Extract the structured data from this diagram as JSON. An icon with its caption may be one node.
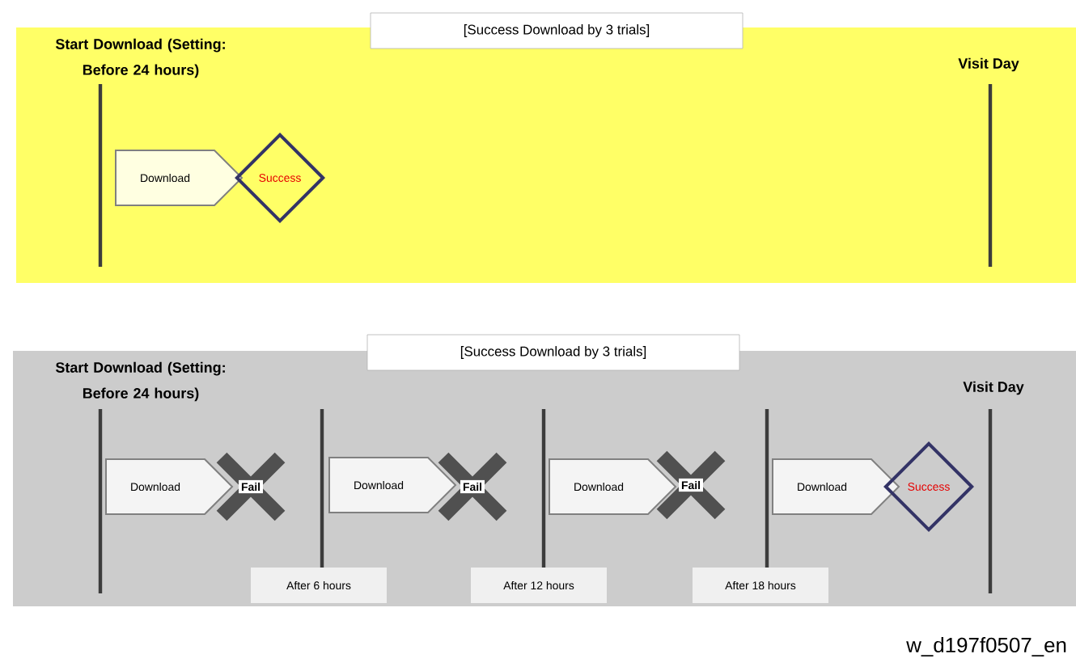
{
  "diagram": {
    "nodes": [
      {
        "text": [
          "[Success Download by 3 trials]"
        ]
      },
      {
        "text": [
          "Download"
        ]
      },
      {
        "text": [
          "Success"
        ]
      },
      {
        "text": [
          "[Success Download by 3 trials]"
        ]
      },
      {
        "text": [
          "Download"
        ]
      },
      {
        "text": [
          "Fail"
        ]
      },
      {
        "text": [
          "Download"
        ]
      },
      {
        "text": [
          "Fail"
        ]
      },
      {
        "text": [
          "Download"
        ]
      },
      {
        "text": [
          "Fail"
        ]
      },
      {
        "text": [
          "Download"
        ]
      },
      {
        "text": [
          "Success"
        ]
      },
      {
        "text": [
          "After 6 hours"
        ]
      },
      {
        "text": [
          "After 12 hours"
        ]
      },
      {
        "text": [
          "After 18 hours"
        ]
      }
    ],
    "labels": [
      "Start Download (Setting: Before 24 hours)",
      "Visit Day",
      "Start Download (Setting: Before 24 hours)",
      "Visit Day",
      "w_d197f0507_en"
    ]
  }
}
